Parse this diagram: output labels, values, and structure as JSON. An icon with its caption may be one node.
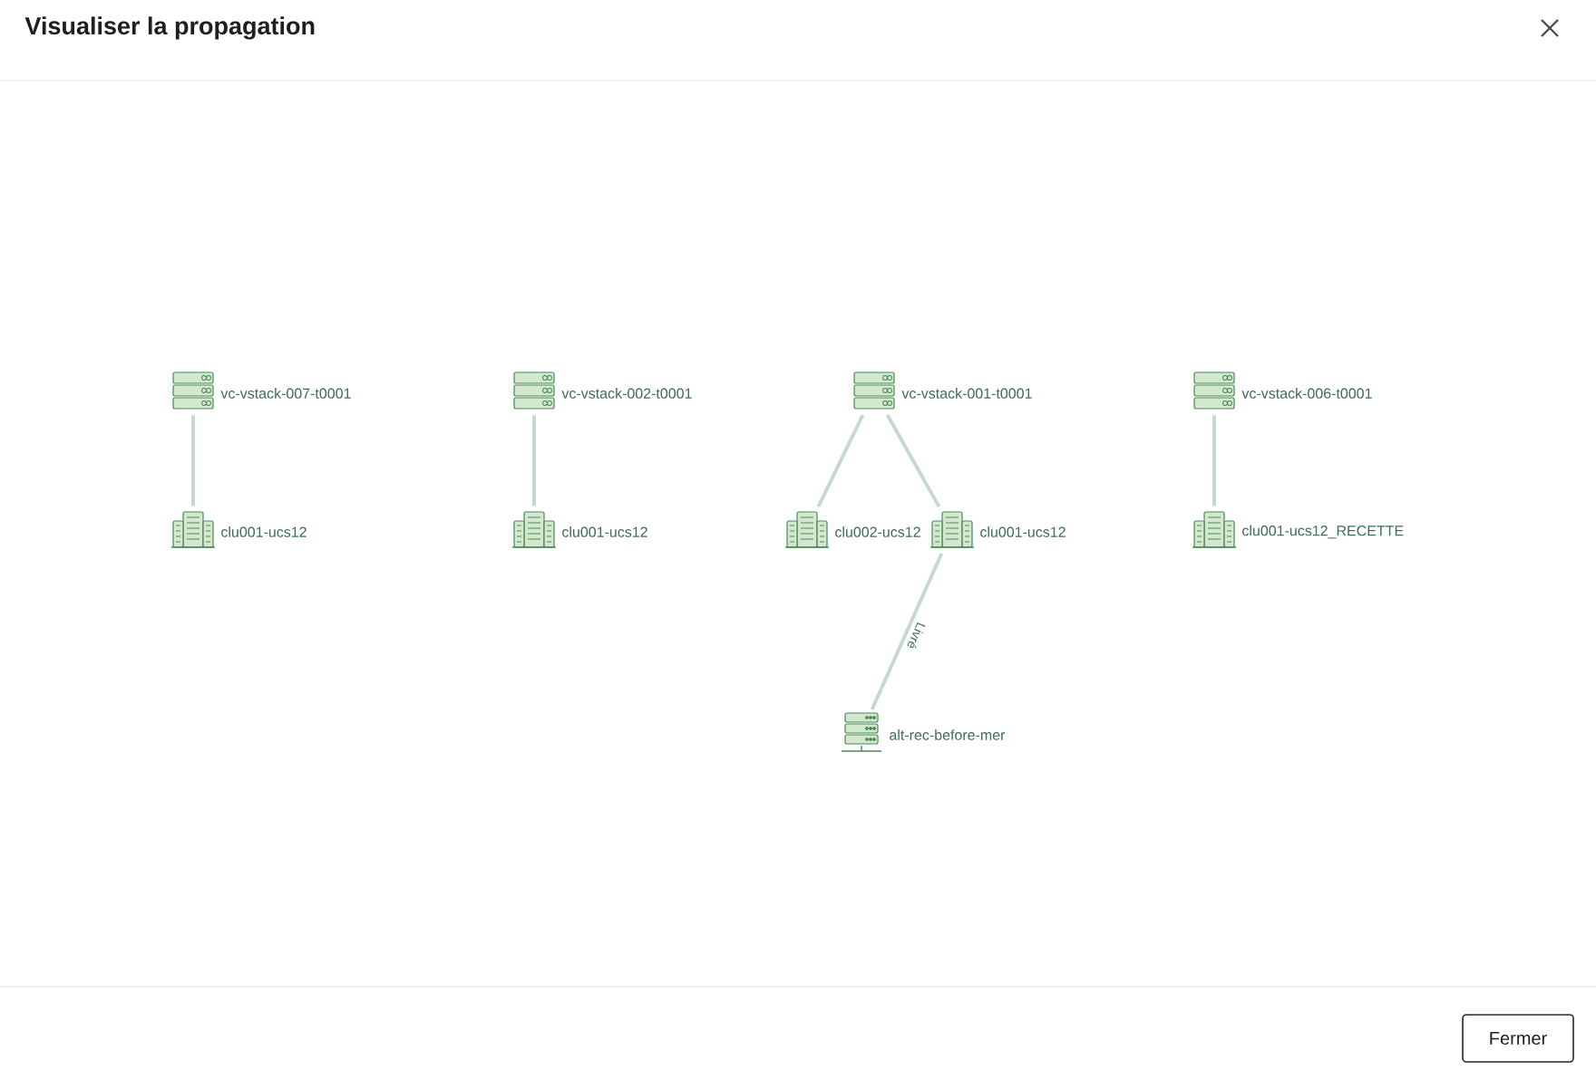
{
  "diagram": {
    "title": "Visualiser la propagation",
    "nodes": [
      {
        "text": [
          "vc-vstack-007-t0001"
        ]
      },
      {
        "text": [
          "vc-vstack-002-t0001"
        ]
      },
      {
        "text": [
          "vc-vstack-001-t0001"
        ]
      },
      {
        "text": [
          "vc-vstack-006-t0001"
        ]
      },
      {
        "text": [
          "clu001-ucs12"
        ]
      },
      {
        "text": [
          "clu001-ucs12"
        ]
      },
      {
        "text": [
          "clu002-ucs12"
        ]
      },
      {
        "text": [
          "clu001-ucs12"
        ]
      },
      {
        "text": [
          "clu001-ucs12_RECETTE"
        ]
      },
      {
        "text": [
          "alt-rec-before-mer"
        ]
      }
    ],
    "edges": [
      {
        "from": 0,
        "to": 4,
        "arrow": "none"
      },
      {
        "from": 1,
        "to": 5,
        "arrow": "none"
      },
      {
        "from": 2,
        "to": 6,
        "arrow": "none"
      },
      {
        "from": 2,
        "to": 7,
        "arrow": "none"
      },
      {
        "from": 7,
        "to": 9,
        "label": "Livré",
        "arrow": "none"
      },
      {
        "from": 3,
        "to": 8,
        "arrow": "none"
      }
    ],
    "labels": [
      "Fermer"
    ]
  }
}
